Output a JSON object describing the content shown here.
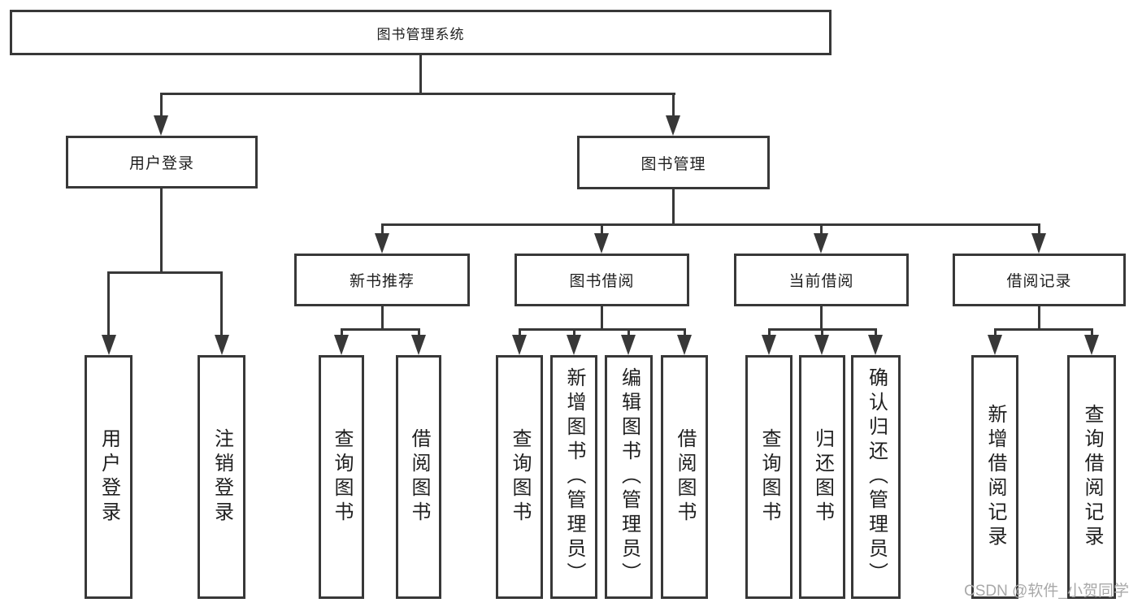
{
  "colors": {
    "line": "#383838",
    "text": "#1f1f1f",
    "box_bg": "#ffffff",
    "watermark": "#a9a9a9"
  },
  "watermark": "CSDN @软件_小贺同学",
  "tree": {
    "label": "图书管理系统",
    "children": [
      {
        "label": "用户登录",
        "children": [
          {
            "label": "用户登录"
          },
          {
            "label": "注销登录"
          }
        ]
      },
      {
        "label": "图书管理",
        "children": [
          {
            "label": "新书推荐",
            "children": [
              {
                "label": "查询图书"
              },
              {
                "label": "借阅图书"
              }
            ]
          },
          {
            "label": "图书借阅",
            "children": [
              {
                "label": "查询图书"
              },
              {
                "label": "新增图书（管理员）"
              },
              {
                "label": "编辑图书（管理员）"
              },
              {
                "label": "借阅图书"
              }
            ]
          },
          {
            "label": "当前借阅",
            "children": [
              {
                "label": "查询图书"
              },
              {
                "label": "归还图书"
              },
              {
                "label": "确认归还（管理员）"
              }
            ]
          },
          {
            "label": "借阅记录",
            "children": [
              {
                "label": "新增借阅记录"
              },
              {
                "label": "查询借阅记录"
              }
            ]
          }
        ]
      }
    ]
  }
}
